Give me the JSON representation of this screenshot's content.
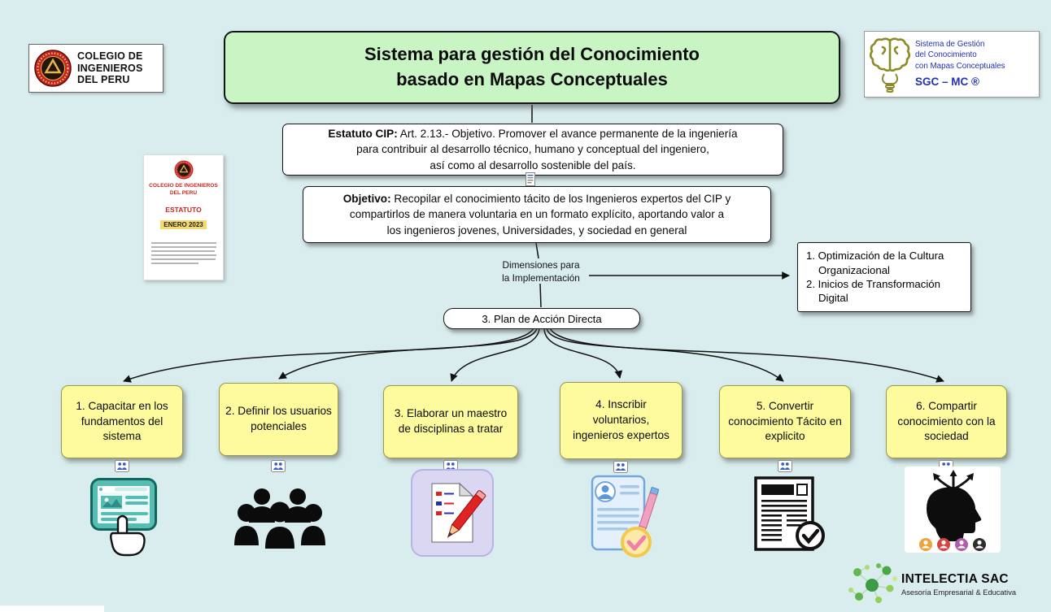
{
  "colors": {
    "background": "#d9edef",
    "title_box": "#c9f5c5",
    "action_box": "#fdfb9e",
    "action_border": "#98984f",
    "brand_blue": "#2230b4",
    "cip_red": "#c9241f",
    "line": "#111111"
  },
  "header": {
    "cip_logo": {
      "line1": "COLEGIO DE",
      "line2": "INGENIEROS",
      "line3": "DEL PERU"
    },
    "title": {
      "line1": "Sistema para gestión del Conocimiento",
      "line2": "basado en Mapas Conceptuales"
    },
    "sgc": {
      "line1": "Sistema de Gestión",
      "line2": "del Conocimiento",
      "line3": "con Mapas Conceptuales",
      "brand": "SGC – MC ®"
    }
  },
  "estatuto": {
    "label": "Estatuto CIP:",
    "line1": " Art. 2.13.- Objetivo. Promover el avance permanente de la ingeniería",
    "line2": "para contribuir al desarrollo técnico, humano y conceptual del ingeniero,",
    "line3": "así como al desarrollo sostenible del país."
  },
  "objetivo": {
    "label": "Objetivo:",
    "line1": " Recopilar el conocimiento tácito de los Ingenieros expertos del CIP y",
    "line2": "compartirlos de manera voluntaria en un formato explícito, aportando valor a",
    "line3": "los ingenieros jovenes, Universidades, y sociedad en general"
  },
  "estatuto_doc": {
    "org_line1": "COLEGIO DE INGENIEROS",
    "org_line2": "DEL PERU",
    "title": "ESTATUTO",
    "date": "ENERO 2023"
  },
  "dimensiones": {
    "line1": "Dimensiones para",
    "line2": "la Implementación"
  },
  "implementation": {
    "items": [
      {
        "text": "1. Optimización de la Cultura Organizacional"
      },
      {
        "text": "2. Inicios de Transformación Digital"
      }
    ]
  },
  "plan": {
    "label": "3. Plan de Acción Directa"
  },
  "actions": [
    {
      "label": "1. Capacitar en los fundamentos del sistema"
    },
    {
      "label": "2. Definir los usuarios potenciales"
    },
    {
      "label": "3. Elaborar un maestro de disciplinas a tratar"
    },
    {
      "label": "4. Inscribir voluntarios, ingenieros expertos"
    },
    {
      "label": "5. Convertir conocimiento Tácito en explicito"
    },
    {
      "label": "6. Compartir conocimiento con la sociedad"
    }
  ],
  "footer": {
    "brand": "INTELECTIA SAC",
    "tagline": "Asesoría Empresarial & Educativa"
  },
  "icons": {
    "cip_emblem_icon": "red circular CIP seal with gold triangle",
    "brain_lightbulb_icon": "olive brain above a lightbulb",
    "resource_link_icon": "small framed thumbnail of figures",
    "document_link_icon": "small document thumbnail",
    "computer_training_icon": "teal browser window with pointing hand",
    "people_group_icon": "black crowd silhouettes",
    "document_pencil_icon": "page with red pencil on lavender tile",
    "enrollment_form_icon": "blue form with avatar, pencil and check",
    "newspaper_check_icon": "newspaper with check badge",
    "knowledge_sharing_icon": "head silhouette with branching arrows and colored member badges",
    "intelectia_network_icon": "green molecular dots network"
  }
}
